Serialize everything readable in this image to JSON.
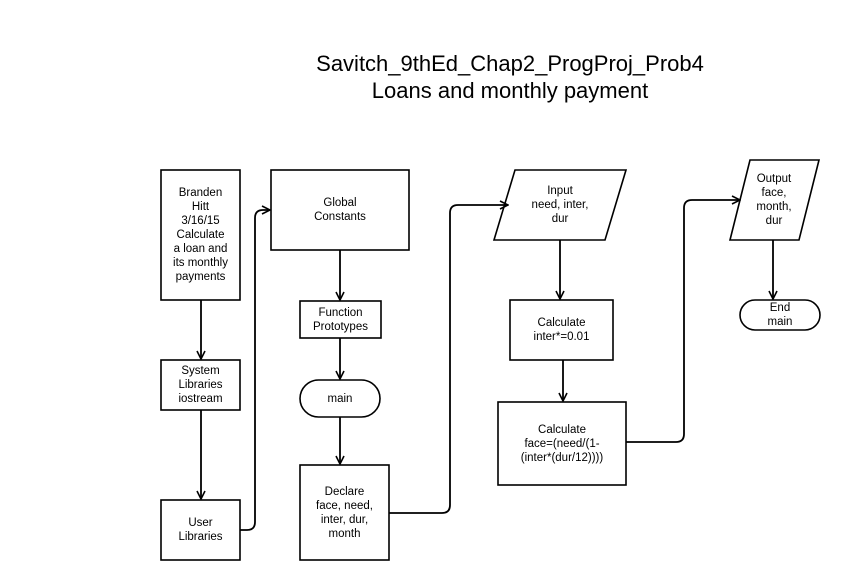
{
  "title": {
    "line1": "Savitch_9thEd_Chap2_ProgProj_Prob4",
    "line2": "Loans and monthly payment"
  },
  "nodes": {
    "header": "Branden\nHitt\n3/16/15\nCalculate\na loan and\nits monthly\npayments",
    "system_libraries": "System\nLibraries\niostream",
    "user_libraries": "User\nLibraries",
    "global_constants": "Global\nConstants",
    "function_prototypes": "Function\nPrototypes",
    "main": "main",
    "declare": "Declare\nface, need,\ninter, dur,\nmonth",
    "input": "Input\nneed, inter,\ndur",
    "calc_inter": "Calculate\ninter*=0.01",
    "calc_face": "Calculate\nface=(need/(1-\n(inter*(dur/12))))",
    "output": "Output\nface,\nmonth,\ndur",
    "end": "End\nmain"
  }
}
